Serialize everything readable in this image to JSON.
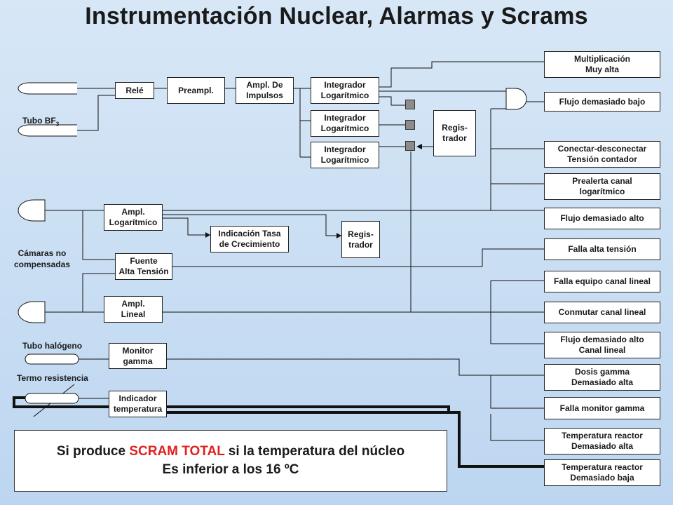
{
  "title": "Instrumentación Nuclear, Alarmas y Scrams",
  "detectors": {
    "bf3": "Tubo BF",
    "bf3_sub": "3",
    "camaras": "Cámaras no\ncompensadas",
    "halogeno": "Tubo halógeno",
    "termo": "Termo resistencia"
  },
  "blocks": {
    "rele": "Relé",
    "preampl": "Preampl.",
    "ampl_impulsos": "Ampl. De\nImpulsos",
    "integrador_1": "Integrador\nLogarítmico",
    "integrador_2": "Integrador\nLogarítmico",
    "integrador_3": "Integrador\nLogarítmico",
    "registrador_1": "Regis-\ntrador",
    "ampl_log": "Ampl.\nLogarítmico",
    "indicacion_tasa": "Indicación Tasa\nde Crecimiento",
    "registrador_2": "Regis-\ntrador",
    "fuente": "Fuente\nAlta Tensión",
    "ampl_lineal": "Ampl.\nLineal",
    "monitor_gamma": "Monitor\ngamma",
    "indicador_temp": "Indicador\ntemperatura"
  },
  "alarms": [
    "Multiplicación\nMuy alta",
    "Flujo demasiado bajo",
    "Conectar-desconectar\nTensión contador",
    "Prealerta canal\nlogarítmico",
    "Flujo demasiado alto",
    "Falla alta tensión",
    "Falla equipo canal lineal",
    "Conmutar canal lineal",
    "Flujo demasiado alto\nCanal lineal",
    "Dosis gamma\nDemasiado alta",
    "Falla monitor gamma",
    "Temperatura reactor\nDemasiado alta",
    "Temperatura reactor\nDemasiado baja"
  ],
  "note": {
    "prefix": "Si produce ",
    "highlight": "SCRAM TOTAL",
    "suffix": " si la temperatura del núcleo",
    "line2": "Es inferior a los 16 ºC"
  },
  "colors": {
    "highlight": "#e02020",
    "switch": "#8c8c8c"
  }
}
